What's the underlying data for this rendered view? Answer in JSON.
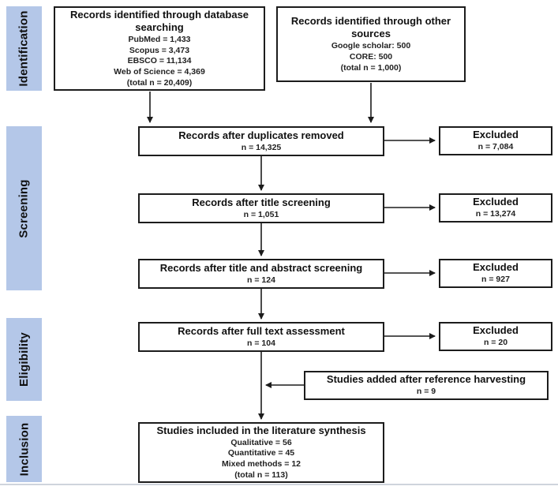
{
  "stages": [
    {
      "label": "Identification"
    },
    {
      "label": "Screening"
    },
    {
      "label": "Eligibility"
    },
    {
      "label": "Inclusion"
    }
  ],
  "boxes": {
    "database_search": {
      "title": "Records identified through database searching",
      "lines": [
        "PubMed = 1,433",
        "Scopus = 3,473",
        "EBSCO = 11,134",
        "Web of Science = 4,369",
        "(total n = 20,409)"
      ]
    },
    "other_sources": {
      "title": "Records identified through other sources",
      "lines": [
        "Google scholar: 500",
        "CORE: 500",
        "(total n = 1,000)"
      ]
    },
    "duplicates_removed": {
      "title": "Records after duplicates removed",
      "lines": [
        "n = 14,325"
      ]
    },
    "title_screening": {
      "title": "Records after title screening",
      "lines": [
        "n = 1,051"
      ]
    },
    "title_abstract_screening": {
      "title": "Records after title and abstract screening",
      "lines": [
        "n = 124"
      ]
    },
    "full_text_assessment": {
      "title": "Records after full text assessment",
      "lines": [
        "n = 104"
      ]
    },
    "reference_harvesting": {
      "title": "Studies added after reference harvesting",
      "lines": [
        "n = 9"
      ]
    },
    "included": {
      "title": "Studies included in the literature synthesis",
      "lines": [
        "Qualitative = 56",
        "Quantitative = 45",
        "Mixed methods = 12",
        "(total n = 113)"
      ]
    },
    "excluded_duplicates": {
      "title": "Excluded",
      "lines": [
        "n = 7,084"
      ]
    },
    "excluded_title": {
      "title": "Excluded",
      "lines": [
        "n = 13,274"
      ]
    },
    "excluded_abstract": {
      "title": "Excluded",
      "lines": [
        "n = 927"
      ]
    },
    "excluded_full_text": {
      "title": "Excluded",
      "lines": [
        "n = 20"
      ]
    }
  },
  "colors": {
    "stage_fill": "#b4c7e8",
    "box_border": "#1c1c1c",
    "arrow": "#1c1c1c",
    "bottom_rule": "#cfd4dc"
  }
}
